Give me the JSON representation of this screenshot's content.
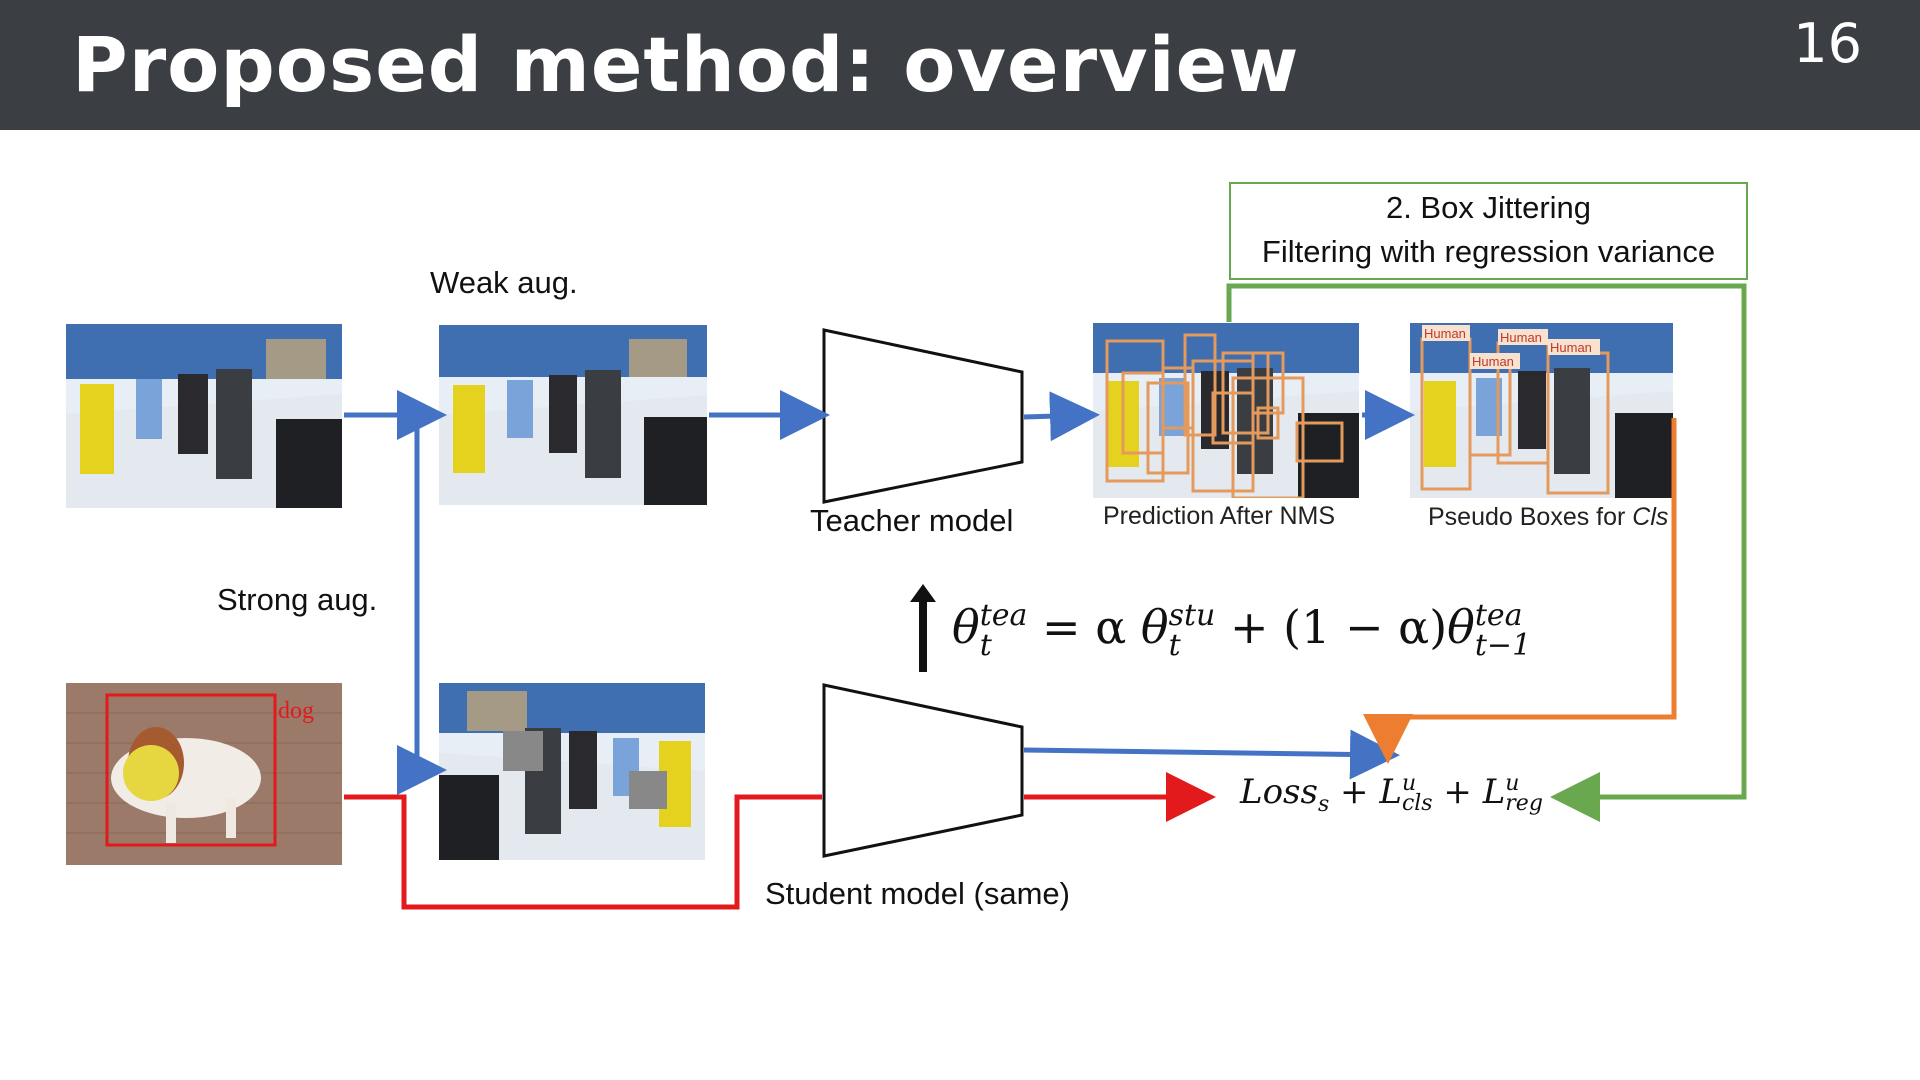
{
  "slide": {
    "title": "Proposed method: overview",
    "page_number": "16"
  },
  "labels": {
    "weak_aug": "Weak aug.",
    "strong_aug": "Strong aug.",
    "teacher_model": "Teacher model",
    "student_model": "Student model (same)",
    "prediction_after_nms": "Prediction After NMS",
    "pseudo_boxes_prefix": "Pseudo Boxes for ",
    "pseudo_boxes_italic": "Cls"
  },
  "box_jittering": {
    "line1": "2.   Box Jittering",
    "line2": "Filtering with regression variance"
  },
  "image_labels": {
    "dog": "dog",
    "human": "Human"
  },
  "formula": {
    "theta": "θ",
    "tea": "tea",
    "stu": "stu",
    "t": "t",
    "t_minus_1": "t−1",
    "equals_alpha": " = α ",
    "plus_one_minus_alpha": " + (1 − α)"
  },
  "loss": {
    "loss_base": "Loss",
    "loss_sub": "s",
    "plus": " + ",
    "L": "L",
    "u": "u",
    "cls": "cls",
    "reg": "reg"
  },
  "colors": {
    "header_bg": "#3b3e43",
    "blue_arrow": "#4472c4",
    "red_arrow": "#e31a1c",
    "orange_arrow": "#ed7d31",
    "green_arrow": "#6aa84f"
  }
}
